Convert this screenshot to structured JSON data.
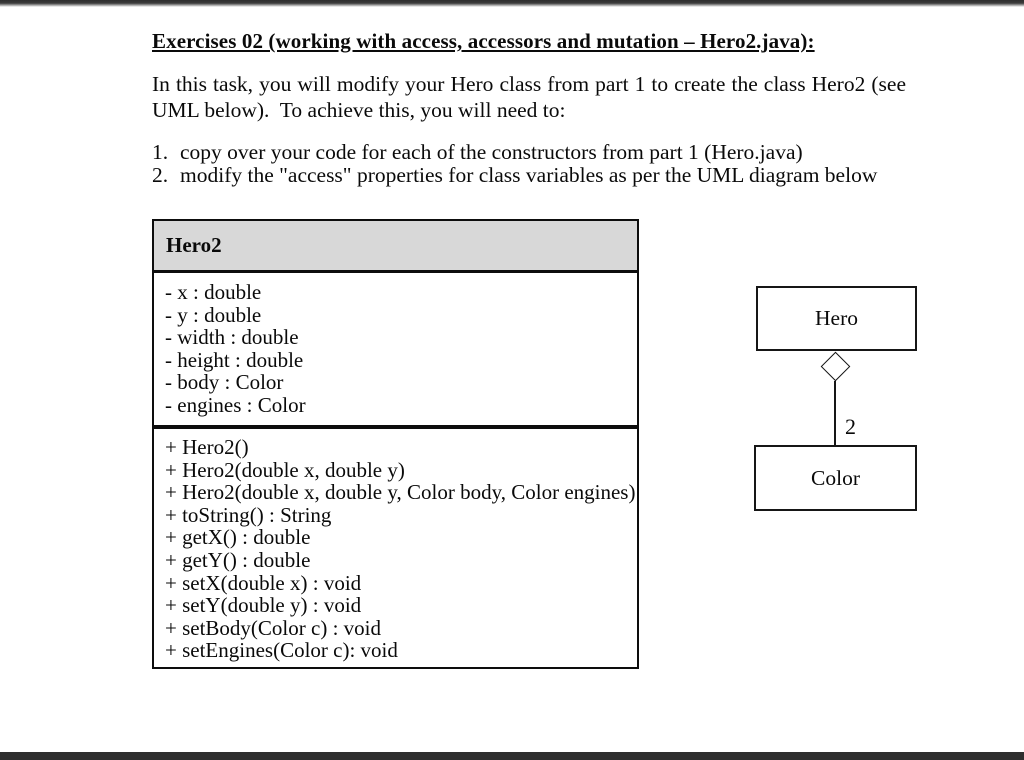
{
  "frame": {
    "top_bar_color": "#333333",
    "bottom_bar_color": "#2e2e2e"
  },
  "document": {
    "title": "Exercises 02 (working with access, accessors and mutation – Hero2.java):",
    "intro": {
      "line1": "In this task, you will modify your Hero class from part 1 to create the class Hero2 (see",
      "line2": "UML below).  To achieve this, you will need to:"
    },
    "steps": [
      {
        "num": "1.",
        "text": "copy over your code for each of the constructors from part 1 (Hero.java)"
      },
      {
        "num": "2.",
        "text": "modify the \"access\" properties for class variables as per the UML diagram below"
      }
    ]
  },
  "uml_class": {
    "name": "Hero2",
    "header_bg": "#d8d8d8",
    "attributes": [
      "- x : double",
      "- y : double",
      "- width : double",
      "- height : double",
      "- body : Color",
      "- engines : Color"
    ],
    "methods": [
      "+ Hero2()",
      "+ Hero2(double x, double y)",
      "+ Hero2(double x, double y, Color body, Color engines)",
      "+ toString() : String",
      "+ getX() : double",
      "+ getY() : double",
      "+ setX(double x) : void",
      "+ setY(double y) : void",
      "+ setBody(Color c) : void",
      "+ setEngines(Color c): void"
    ]
  },
  "uml_relation": {
    "parent": "Hero",
    "child": "Color",
    "multiplicity": "2",
    "type": "aggregation"
  }
}
